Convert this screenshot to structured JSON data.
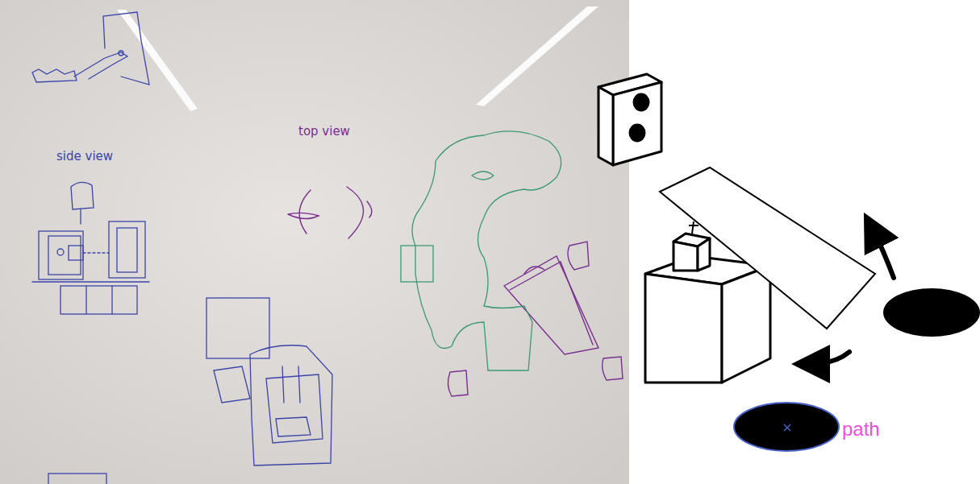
{
  "diagram": {
    "labels": [
      "side view",
      "top view",
      "path"
    ]
  }
}
